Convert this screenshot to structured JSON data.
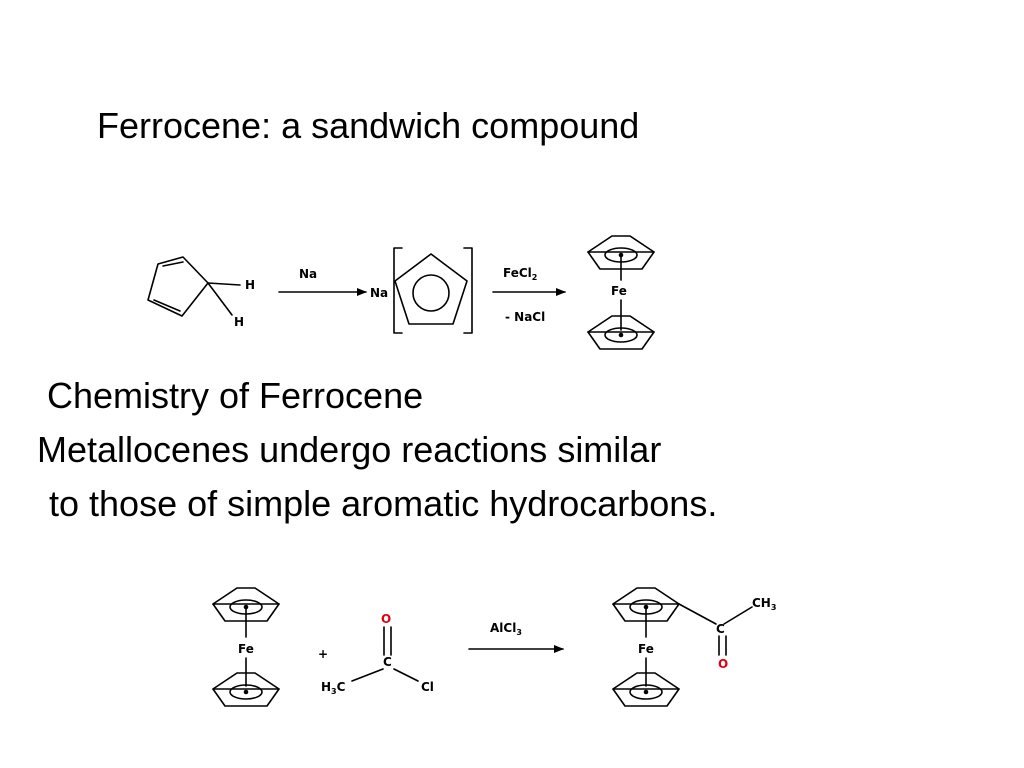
{
  "slide": {
    "title": "Ferrocene: a sandwich compound",
    "heading": "Chemistry of Ferrocene",
    "body_line1": "Metallocenes undergo reactions similar",
    "body_line2": "to those of simple aromatic hydrocarbons."
  },
  "scheme1": {
    "h_top": "H",
    "h_bottom": "H",
    "reagent_na": "Na",
    "salt_na": "Na",
    "reagent_fecl": "FeCl",
    "reagent_fecl_sub": "2",
    "byproduct": "- NaCl",
    "product_fe": "Fe"
  },
  "scheme2": {
    "reactant_fe": "Fe",
    "plus": "+",
    "carbonyl_o": "O",
    "carbonyl_c": "C",
    "methyl_h": "H",
    "methyl_sub": "3",
    "methyl_c": "C",
    "chloride": "Cl",
    "catalyst": "AlCl",
    "catalyst_sub": "3",
    "product_fe": "Fe",
    "product_c": "C",
    "product_o": "O",
    "product_ch": "CH",
    "product_ch_sub": "3"
  },
  "colors": {
    "oxygen": "#e0000f",
    "text": "#000000"
  }
}
